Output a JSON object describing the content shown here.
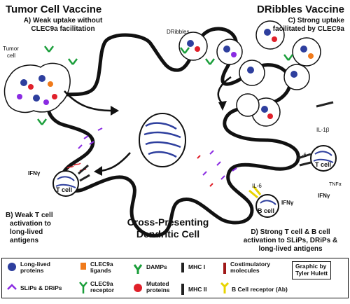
{
  "left_panel": {
    "title": "Tumor Cell Vaccine",
    "subtitle_line1": "A) Weak uptake without",
    "subtitle_line2": "CLEC9a facilitation",
    "tumor_cell_label_line1": "Tumor",
    "tumor_cell_label_line2": "cell"
  },
  "right_panel": {
    "title": "DRibbles Vaccine",
    "subtitle_line1": "C) Strong uptake",
    "subtitle_line2": "facilitated by CLEC9a",
    "dribbles_label": "DRibbles"
  },
  "center": {
    "title_line1": "Cross-Presenting",
    "title_line2": "Dendritic Cell"
  },
  "cells": {
    "t_cell_left": "T cell",
    "t_cell_right": "T cell",
    "b_cell": "B cell"
  },
  "cytokines": {
    "ifn_left": "IFNγ",
    "il1b": "IL-1β",
    "il6_upper": "IL-6",
    "il6_lower": "IL-6",
    "tnf": "TNFα",
    "ifn_right": "IFNγ",
    "ifn_bcell": "IFNγ"
  },
  "outcomes": {
    "b_line1": "B) Weak T cell",
    "b_line2": "activation to",
    "b_line3": "long-lived",
    "b_line4": "antigens",
    "d_line1": "D) Strong T cell & B cell",
    "d_line2": "activation to SLiPs, DRiPs &",
    "d_line3": "long-lived antigens"
  },
  "legend": {
    "long_lived": "Long-lived\nproteins",
    "slips": "SLiPs & DRiPs",
    "clec9a_ligands": "CLEC9a\nligands",
    "clec9a_receptor": "CLEC9a\nreceptor",
    "damps": "DAMPs",
    "mutated": "Mutated\nproteins",
    "mhc1": "MHC I",
    "mhc2": "MHC II",
    "costim": "Costimulatory\nmolecules",
    "bcr": "B Cell receptor (Ab)",
    "credit_line1": "Graphic by",
    "credit_line2": "Tyler Hulett"
  },
  "colors": {
    "long_lived": "#2e3f9e",
    "slips": "#8a2be2",
    "clec9a_ligand": "#f07a1a",
    "clec9a_receptor": "#1a9e3a",
    "damps": "#1a9e3a",
    "mutated": "#e0202a",
    "mhc": "#222222",
    "costim": "#a01818",
    "bcr": "#e8d400"
  }
}
